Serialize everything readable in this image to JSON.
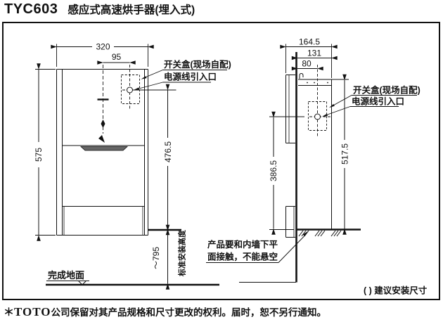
{
  "title": {
    "model": "TYC603",
    "product": "感应式高速烘手器(埋入式)"
  },
  "front_view": {
    "dim_width": "320",
    "dim_switch_offset": "95",
    "dim_height": "575",
    "dim_inlet_height": "476.5",
    "dim_install_height": "～795",
    "install_height_label": "标准安装高度",
    "floor_label": "完成地面",
    "switch_box_label": "开关盒(现场自配)",
    "power_inlet_label": "电源线引入口"
  },
  "side_view": {
    "dim_total_depth": "164.5",
    "dim_body_depth": "131",
    "dim_inlet_offset": "80",
    "dim_height": "517.5",
    "dim_inlet_height": "386.5",
    "switch_box_label": "开关盒(现场自配)",
    "power_inlet_label": "电源线引入口",
    "note_line1": "产品要和内墙下平",
    "note_line2": "面接触，不能悬空"
  },
  "legend": {
    "paren_note": "( ) 建议安装尺寸"
  },
  "disclaimer": {
    "mark": "＊",
    "brand": "TOTO",
    "text": "公司保留对其产品规格和尺寸更改的权利。届时，恕不另行通知。"
  },
  "colors": {
    "ink": "#111111",
    "paper": "#ffffff",
    "outlet_fill": "#666666"
  }
}
